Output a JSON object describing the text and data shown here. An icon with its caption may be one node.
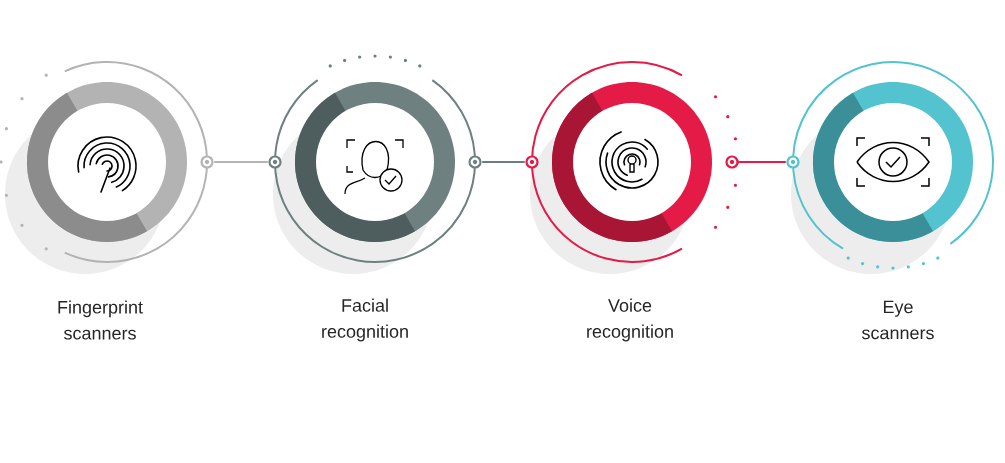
{
  "diagram": {
    "nodes": [
      {
        "text": [
          "Fingerprint scanners"
        ]
      },
      {
        "text": [
          "Facial recognition"
        ]
      },
      {
        "text": [
          "Voice recognition"
        ]
      },
      {
        "text": [
          "Eye scanners"
        ]
      }
    ],
    "edges": [
      {
        "from": 0,
        "to": 1,
        "arrow": "none",
        "color": "#b5b5b5"
      },
      {
        "from": 1,
        "to": 2,
        "arrow": "none",
        "color": "#6b7e7e"
      },
      {
        "from": 2,
        "to": 3,
        "arrow": "none",
        "color": "#e31b46"
      }
    ]
  }
}
